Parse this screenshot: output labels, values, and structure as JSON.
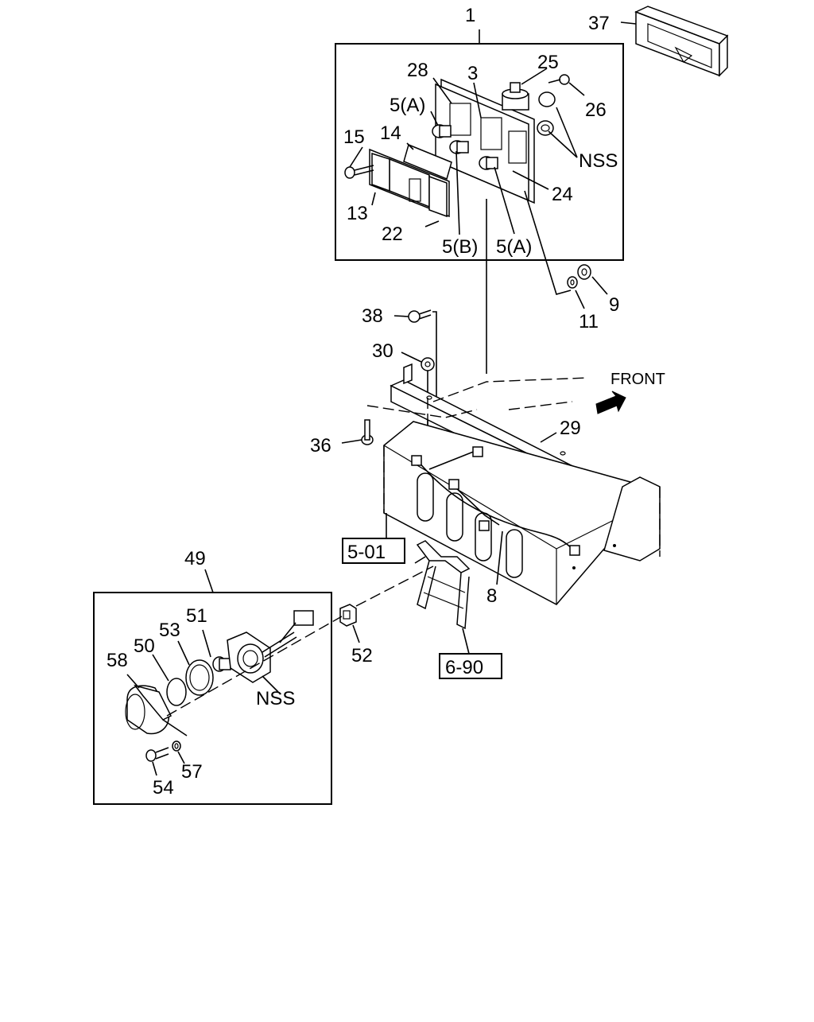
{
  "labels": {
    "l1": "1",
    "l37": "37",
    "l28": "28",
    "l3": "3",
    "l25": "25",
    "l26": "26",
    "l5a1": "5(A)",
    "l15": "15",
    "l14": "14",
    "nss1": "NSS",
    "l24": "24",
    "l13": "13",
    "l22": "22",
    "l5b": "5(B)",
    "l5a2": "5(A)",
    "l9": "9",
    "l11": "11",
    "l38": "38",
    "l30": "30",
    "front": "FRONT",
    "l29": "29",
    "l36": "36",
    "ref501": "5-01",
    "l49": "49",
    "l8": "8",
    "l51": "51",
    "l53": "53",
    "l50": "50",
    "l58": "58",
    "nss2": "NSS",
    "l52": "52",
    "ref690": "6-90",
    "l54": "54",
    "l57": "57"
  }
}
